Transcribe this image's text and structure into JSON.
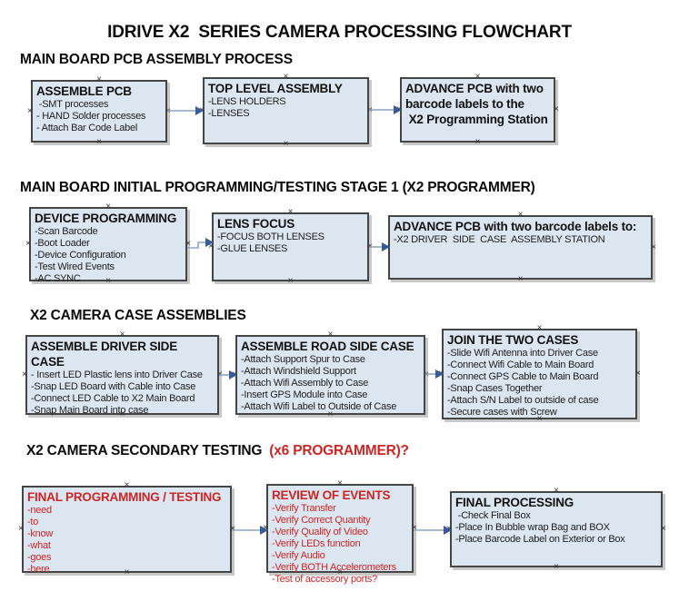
{
  "colors": {
    "box_fill": "#dce6f1",
    "box_border": "#454545",
    "accent_red": "#cc2525",
    "arrow_line": "#8ba5c2",
    "arrow_head": "#3a5a97",
    "text": "#161616"
  },
  "title": "IDRIVE X2  SERIES CAMERA PROCESSING FLOWCHART",
  "sections": [
    {
      "heading": "MAIN BOARD PCB ASSEMBLY PROCESS",
      "boxes": [
        {
          "title": "ASSEMBLE PCB",
          "lines": [
            " -SMT processes",
            "- HAND Solder processes",
            "- Attach Bar Code Label"
          ]
        },
        {
          "title": "TOP LEVEL ASSEMBLY",
          "lines": [
            "-LENS HOLDERS",
            "-LENSES"
          ]
        },
        {
          "title": "ADVANCE PCB with two\nbarcode labels to the\n X2 Programming Station",
          "lines": []
        }
      ]
    },
    {
      "heading": "MAIN BOARD INITIAL PROGRAMMING/TESTING STAGE 1 (X2 PROGRAMMER)",
      "boxes": [
        {
          "title": "DEVICE PROGRAMMING",
          "lines": [
            "-Scan Barcode",
            "-Boot Loader",
            "-Device Configuration",
            "-Test Wired Events",
            "-AC SYNC"
          ]
        },
        {
          "title": "LENS FOCUS",
          "lines": [
            "-FOCUS BOTH LENSES",
            "-GLUE LENSES"
          ]
        },
        {
          "title": "ADVANCE PCB with two barcode labels to:",
          "lines": [
            "-X2 DRIVER  SIDE  CASE  ASSEMBLY STATION"
          ]
        }
      ]
    },
    {
      "heading": "X2 CAMERA CASE ASSEMBLIES",
      "boxes": [
        {
          "title": "ASSEMBLE DRIVER SIDE CASE",
          "lines": [
            "- Insert LED Plastic lens into Driver Case",
            "-Snap LED Board with Cable into Case",
            "-Connect LED Cable to X2 Main Board",
            "-Snap Main Board into case"
          ]
        },
        {
          "title": "ASSEMBLE ROAD SIDE CASE",
          "lines": [
            "-Attach Support Spur to Case",
            "-Attach Windshield Support",
            "-Attach Wifi Assembly to Case",
            "-Insert GPS Module into Case",
            "-Attach Wifi Label to Outside of Case"
          ]
        },
        {
          "title": "JOIN THE TWO CASES",
          "lines": [
            "-Slide Wifi Antenna into Driver Case",
            "-Connect Wifi Cable to Main Board",
            "-Connect GPS Cable to Main Board",
            "-Snap Cases Together",
            "-Attach S/N Label to outside of case",
            "-Secure cases with Screw"
          ]
        }
      ]
    },
    {
      "heading": "X2 CAMERA SECONDARY TESTING",
      "heading_red": "(x6 PROGRAMMER)?",
      "boxes": [
        {
          "title": "FINAL PROGRAMMING / TESTING",
          "lines": [
            "-need",
            "-to",
            "-know",
            "-what",
            "-goes",
            "-here"
          ]
        },
        {
          "title": "REVIEW OF EVENTS",
          "lines": [
            "-Verify Transfer",
            "-Verify Correct Quantity",
            "-Verify Quality of Video",
            "-Verify LEDs function",
            "-Verify Audio",
            "-Verify BOTH Accelerometers",
            "-Test of accessory ports?"
          ]
        },
        {
          "title": "FINAL PROCESSING",
          "lines": [
            " -Check Final Box",
            "-Place In Bubble wrap Bag and BOX",
            "-Place Barcode Label on Exterior or Box"
          ]
        }
      ]
    }
  ]
}
